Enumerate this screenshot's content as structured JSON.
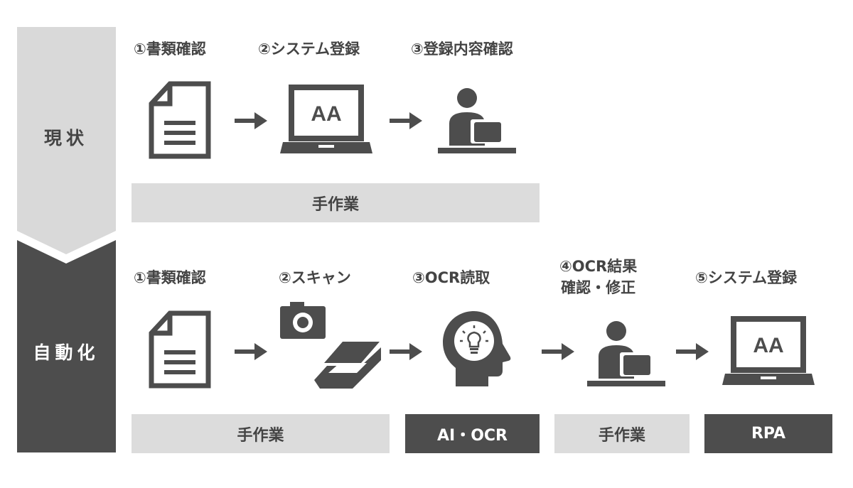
{
  "rows": {
    "current": {
      "label": "現状",
      "steps": [
        "①書類確認",
        "②システム登録",
        "③登録内容確認"
      ],
      "bars": [
        "手作業"
      ]
    },
    "automated": {
      "label": "自動化",
      "steps": [
        "①書類確認",
        "②スキャン",
        "③OCR読取",
        "④OCR結果",
        "⑤システム登録"
      ],
      "step4_line2": "確認・修正",
      "bars": [
        "手作業",
        "AI・OCR",
        "手作業",
        "RPA"
      ]
    }
  },
  "icons": {
    "screen_text": "AA",
    "document": "document-icon",
    "laptop": "laptop-icon",
    "person": "person-at-desk-icon",
    "camera": "camera-icon",
    "scanner": "scanner-icon",
    "ai_head": "ai-head-lightbulb-icon",
    "arrow": "arrow-right-icon"
  },
  "colors": {
    "dark": "#4d4d4d",
    "light": "#dcdcdc",
    "sidebar_light": "#d9d9d9"
  }
}
